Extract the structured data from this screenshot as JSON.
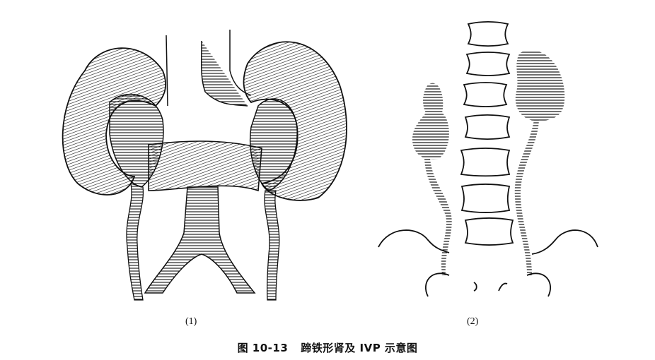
{
  "figure": {
    "caption_prefix": "图 10-13",
    "caption_title": "蹄铁形肾及 IVP 示意图",
    "panels": [
      {
        "label": "(1)",
        "description": "horseshoe-kidney-anatomical-illustration"
      },
      {
        "label": "(2)",
        "description": "ivp-schematic-spine-and-ureters"
      }
    ]
  },
  "colors": {
    "ink": "#111111",
    "background": "#ffffff"
  }
}
